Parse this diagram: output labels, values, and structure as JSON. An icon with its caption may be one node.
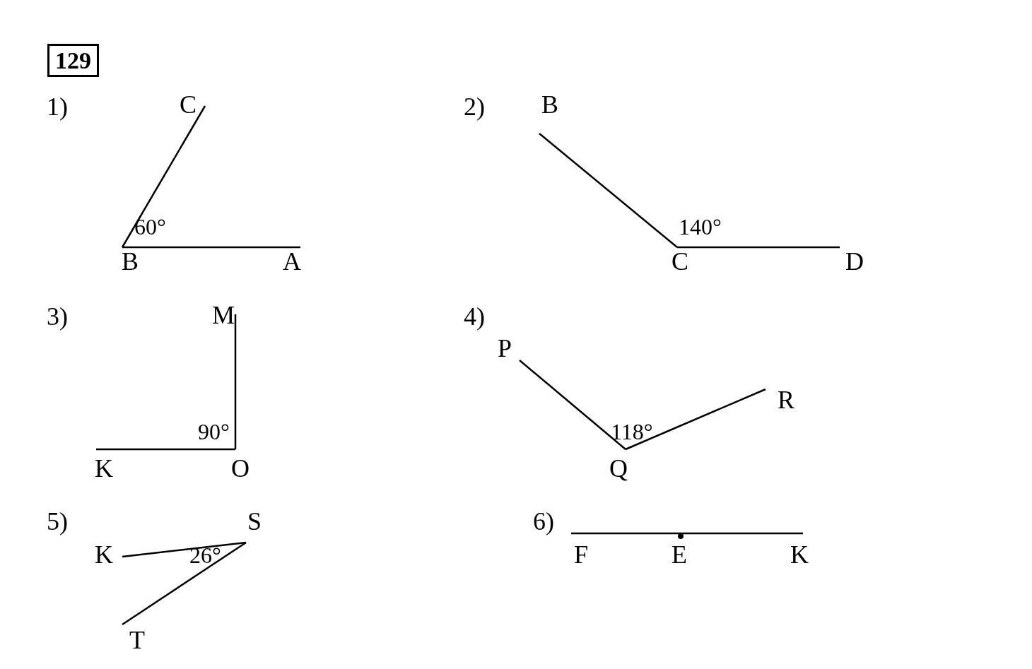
{
  "diagram": {
    "title": "129",
    "labels": [
      "1)",
      "C",
      "2)",
      "B",
      "60°",
      "140°",
      "B",
      "A",
      "C",
      "D",
      "3)",
      "M",
      "4)",
      "P",
      "R",
      "90°",
      "118°",
      "K",
      "O",
      "Q",
      "5)",
      "S",
      "6)",
      "K",
      "26°",
      "F",
      "E",
      "K",
      "T"
    ]
  }
}
